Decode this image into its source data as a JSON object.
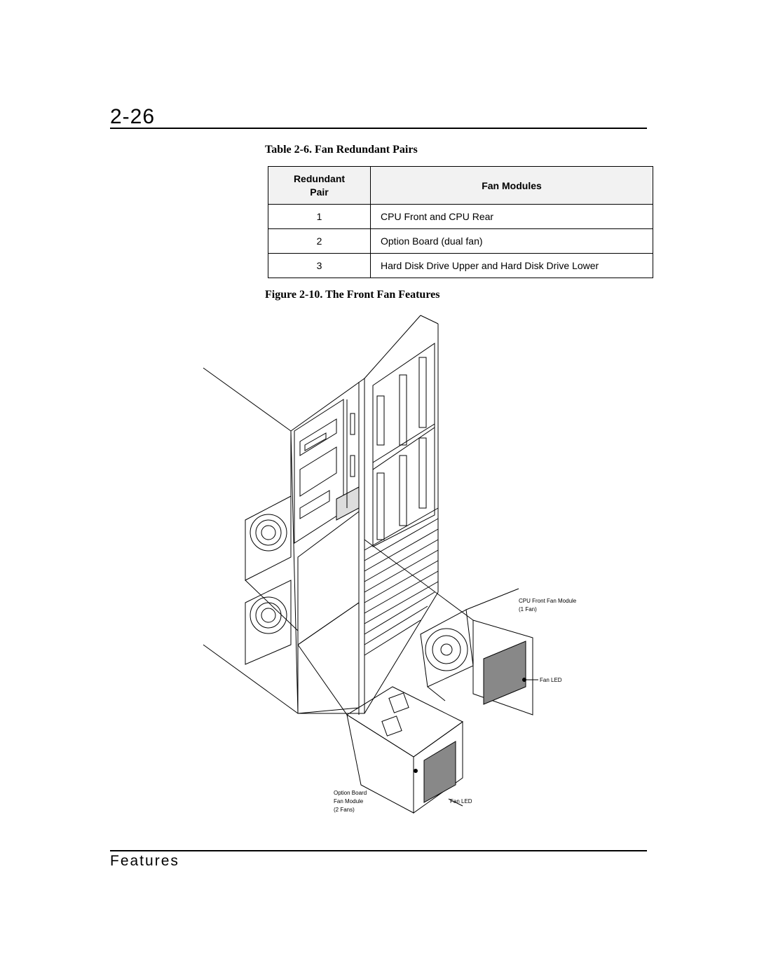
{
  "header": {
    "page_number": "2-26"
  },
  "table": {
    "caption": "Table 2-6. Fan Redundant Pairs",
    "headers": {
      "col1_line1": "Redundant",
      "col1_line2": "Pair",
      "col2": "Fan Modules"
    },
    "rows": [
      {
        "pair": "1",
        "modules": "CPU Front and CPU Rear"
      },
      {
        "pair": "2",
        "modules": "Option Board (dual fan)"
      },
      {
        "pair": "3",
        "modules": "Hard Disk Drive Upper and Hard Disk Drive Lower"
      }
    ]
  },
  "figure": {
    "caption": "Figure 2-10.  The Front Fan Features",
    "labels": {
      "cpu_module_line1": "CPU Front Fan Module",
      "cpu_module_line2": "(1 Fan)",
      "fan_led_cpu": "Fan LED",
      "option_line1": "Option Board",
      "option_line2": "Fan Module",
      "option_line3": "(2 Fans)",
      "fan_led_option": "Fan LED"
    }
  },
  "footer": {
    "section_title": "Features"
  }
}
